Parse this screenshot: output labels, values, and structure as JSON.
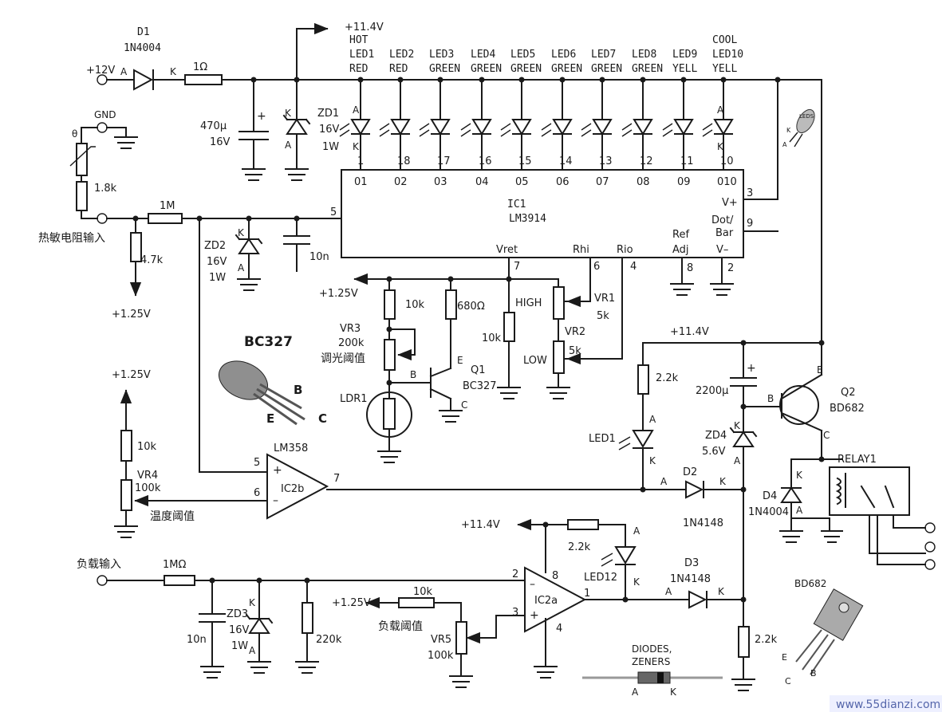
{
  "supply": {
    "in_12v": "+12V",
    "rail_11v4": "+11.4V",
    "rail_11v4_spaced": "+11.4V",
    "ref_1v25": "+1.25V",
    "gnd": "GND"
  },
  "d1": {
    "ref": "D1",
    "part": "1N4004",
    "a": "A",
    "k": "K"
  },
  "r_1ohm": "1Ω",
  "c_470": {
    "value": "470μ",
    "voltage": "16V",
    "plus": "+"
  },
  "zd1": {
    "ref": "ZD1",
    "v": "16V",
    "w": "1W",
    "a": "A",
    "k": "K"
  },
  "leds_top": [
    {
      "l1": "HOT",
      "l2": "LED1",
      "l3": "RED",
      "pin": "1",
      "out": "01"
    },
    {
      "l1": "",
      "l2": "LED2",
      "l3": "RED",
      "pin": "18",
      "out": "02"
    },
    {
      "l1": "",
      "l2": "LED3",
      "l3": "GREEN",
      "pin": "17",
      "out": "03"
    },
    {
      "l1": "",
      "l2": "LED4",
      "l3": "GREEN",
      "pin": "16",
      "out": "04"
    },
    {
      "l1": "",
      "l2": "LED5",
      "l3": "GREEN",
      "pin": "15",
      "out": "05"
    },
    {
      "l1": "",
      "l2": "LED6",
      "l3": "GREEN",
      "pin": "14",
      "out": "06"
    },
    {
      "l1": "",
      "l2": "LED7",
      "l3": "GREEN",
      "pin": "13",
      "out": "07"
    },
    {
      "l1": "",
      "l2": "LED8",
      "l3": "GREEN",
      "pin": "12",
      "out": "08"
    },
    {
      "l1": "",
      "l2": "LED9",
      "l3": "YELL",
      "pin": "11",
      "out": "09"
    },
    {
      "l1": "COOL",
      "l2": "LED10",
      "l3": "YELL",
      "pin": "10",
      "out": "010"
    }
  ],
  "led_small": {
    "label": "LEDS",
    "a": "A",
    "k": "K"
  },
  "thermistor": {
    "mark": "θ",
    "label": "热敏电阻输入"
  },
  "r_1k8": "1.8k",
  "r_1m": "1M",
  "r_4k7": "4.7k",
  "zd2": {
    "ref": "ZD2",
    "v": "16V",
    "w": "1W",
    "a": "A",
    "k": "K"
  },
  "c_10n_a": "10n",
  "ic1": {
    "ref": "IC1",
    "part": "LM3914",
    "vplus": "V+",
    "dot": "Dot/",
    "bar": "Bar",
    "vminus": "V–",
    "ref_l1": "Ref",
    "ref_l2": "Adj",
    "vret": "Vret",
    "rhi": "Rhi",
    "rio": "Rio",
    "pins": {
      "p3": "3",
      "p9": "9",
      "p5": "5",
      "p7": "7",
      "p6": "6",
      "p4": "4",
      "p8": "8",
      "p2": "2"
    }
  },
  "r_10k_a": "10k",
  "r_680": "680Ω",
  "r_10k_b": "10k",
  "vr3": {
    "ref": "VR3",
    "value": "200k",
    "desc": "调光阈值"
  },
  "ldr": "LDR1",
  "q1": {
    "ref": "Q1",
    "part": "BC327",
    "b": "B",
    "c": "C",
    "e": "E"
  },
  "vr1": {
    "ref": "VR1",
    "value": "5k",
    "high": "HIGH"
  },
  "vr2": {
    "ref": "VR2",
    "value": "5k",
    "low": "LOW"
  },
  "bc327_pkg": {
    "title": "BC327",
    "b": "B",
    "c": "C",
    "e": "E"
  },
  "r_2k2_a": "2.2k",
  "led1b": {
    "ref": "LED1",
    "a": "A",
    "k": "K"
  },
  "c_2200": {
    "value": "2200μ",
    "plus": "+"
  },
  "q2": {
    "ref": "Q2",
    "part": "BD682",
    "b": "B",
    "c": "C",
    "e": "E"
  },
  "zd4": {
    "ref": "ZD4",
    "v": "5.6V",
    "a": "A",
    "k": "K"
  },
  "d2": {
    "ref": "D2",
    "part": "1N4148",
    "a": "A",
    "k": "K"
  },
  "d4": {
    "ref": "D4",
    "part": "1N4004",
    "a": "A",
    "k": "K"
  },
  "relay": "RELAY1",
  "ic2b": {
    "ref": "IC2b",
    "part": "LM358",
    "p5": "5",
    "p6": "6",
    "p7": "7",
    "plus": "+",
    "minus": "–"
  },
  "r_10k_c": "10k",
  "vr4": {
    "ref": "VR4",
    "value": "100k",
    "desc": "温度阈值"
  },
  "load": {
    "label": "负载输入",
    "r": "1MΩ"
  },
  "c_10n_b": "10n",
  "zd3": {
    "ref": "ZD3",
    "v": "16V",
    "w": "1W",
    "a": "A",
    "k": "K"
  },
  "r_220k": "220k",
  "r_2k2_b": "2.2k",
  "led12": {
    "ref": "LED12",
    "a": "A",
    "k": "K"
  },
  "ic2a": {
    "ref": "IC2a",
    "p2": "2",
    "p3": "3",
    "p8": "8",
    "p4": "4",
    "p1": "1",
    "plus": "+",
    "minus": "–"
  },
  "r_10k_d": "10k",
  "vr5": {
    "ref": "VR5",
    "value": "100k",
    "desc": "负载阈值"
  },
  "d3": {
    "ref": "D3",
    "part": "1N4148",
    "a": "A",
    "k": "K"
  },
  "r_2k2_c": "2.2k",
  "diode_pkg": {
    "l1": "DIODES,",
    "l2": "ZENERS",
    "a": "A",
    "k": "K"
  },
  "bd682_pkg": {
    "title": "BD682",
    "e": "E",
    "c": "C",
    "b": "B"
  },
  "watermark": "www.55dianzi.com"
}
